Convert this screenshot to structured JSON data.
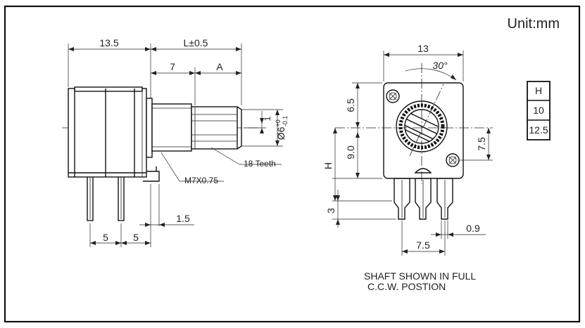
{
  "unit_label": "Unit:mm",
  "side_view": {
    "dims": {
      "body_length": "13.5",
      "shaft_length": "L±0.5",
      "shaft_plain": "7",
      "knurl_length": "A",
      "knurl_step": "1",
      "pin_spacing_1": "5",
      "pin_spacing_2": "5",
      "bracket_offset": "1.5"
    },
    "shaft_diameter": {
      "base": "Ø6",
      "upper_tol": "+0",
      "lower_tol": "-0.1"
    },
    "labels": {
      "teeth": "18 Teeth",
      "thread": "M7X0.75"
    }
  },
  "front_view": {
    "dims": {
      "width": "13",
      "angle": "30°",
      "upper_height": "6.5",
      "lower_height": "9.0",
      "overall_height": "H",
      "pin_offset": "7.5",
      "pin_spacing": "7.5",
      "pin_length": "3",
      "pin_width": "0.9"
    }
  },
  "height_table": {
    "header": "H",
    "values": [
      "10",
      "12.5"
    ]
  },
  "note": {
    "line1": "SHAFT SHOWN IN FULL",
    "line2": "C.C.W. POSTION"
  }
}
